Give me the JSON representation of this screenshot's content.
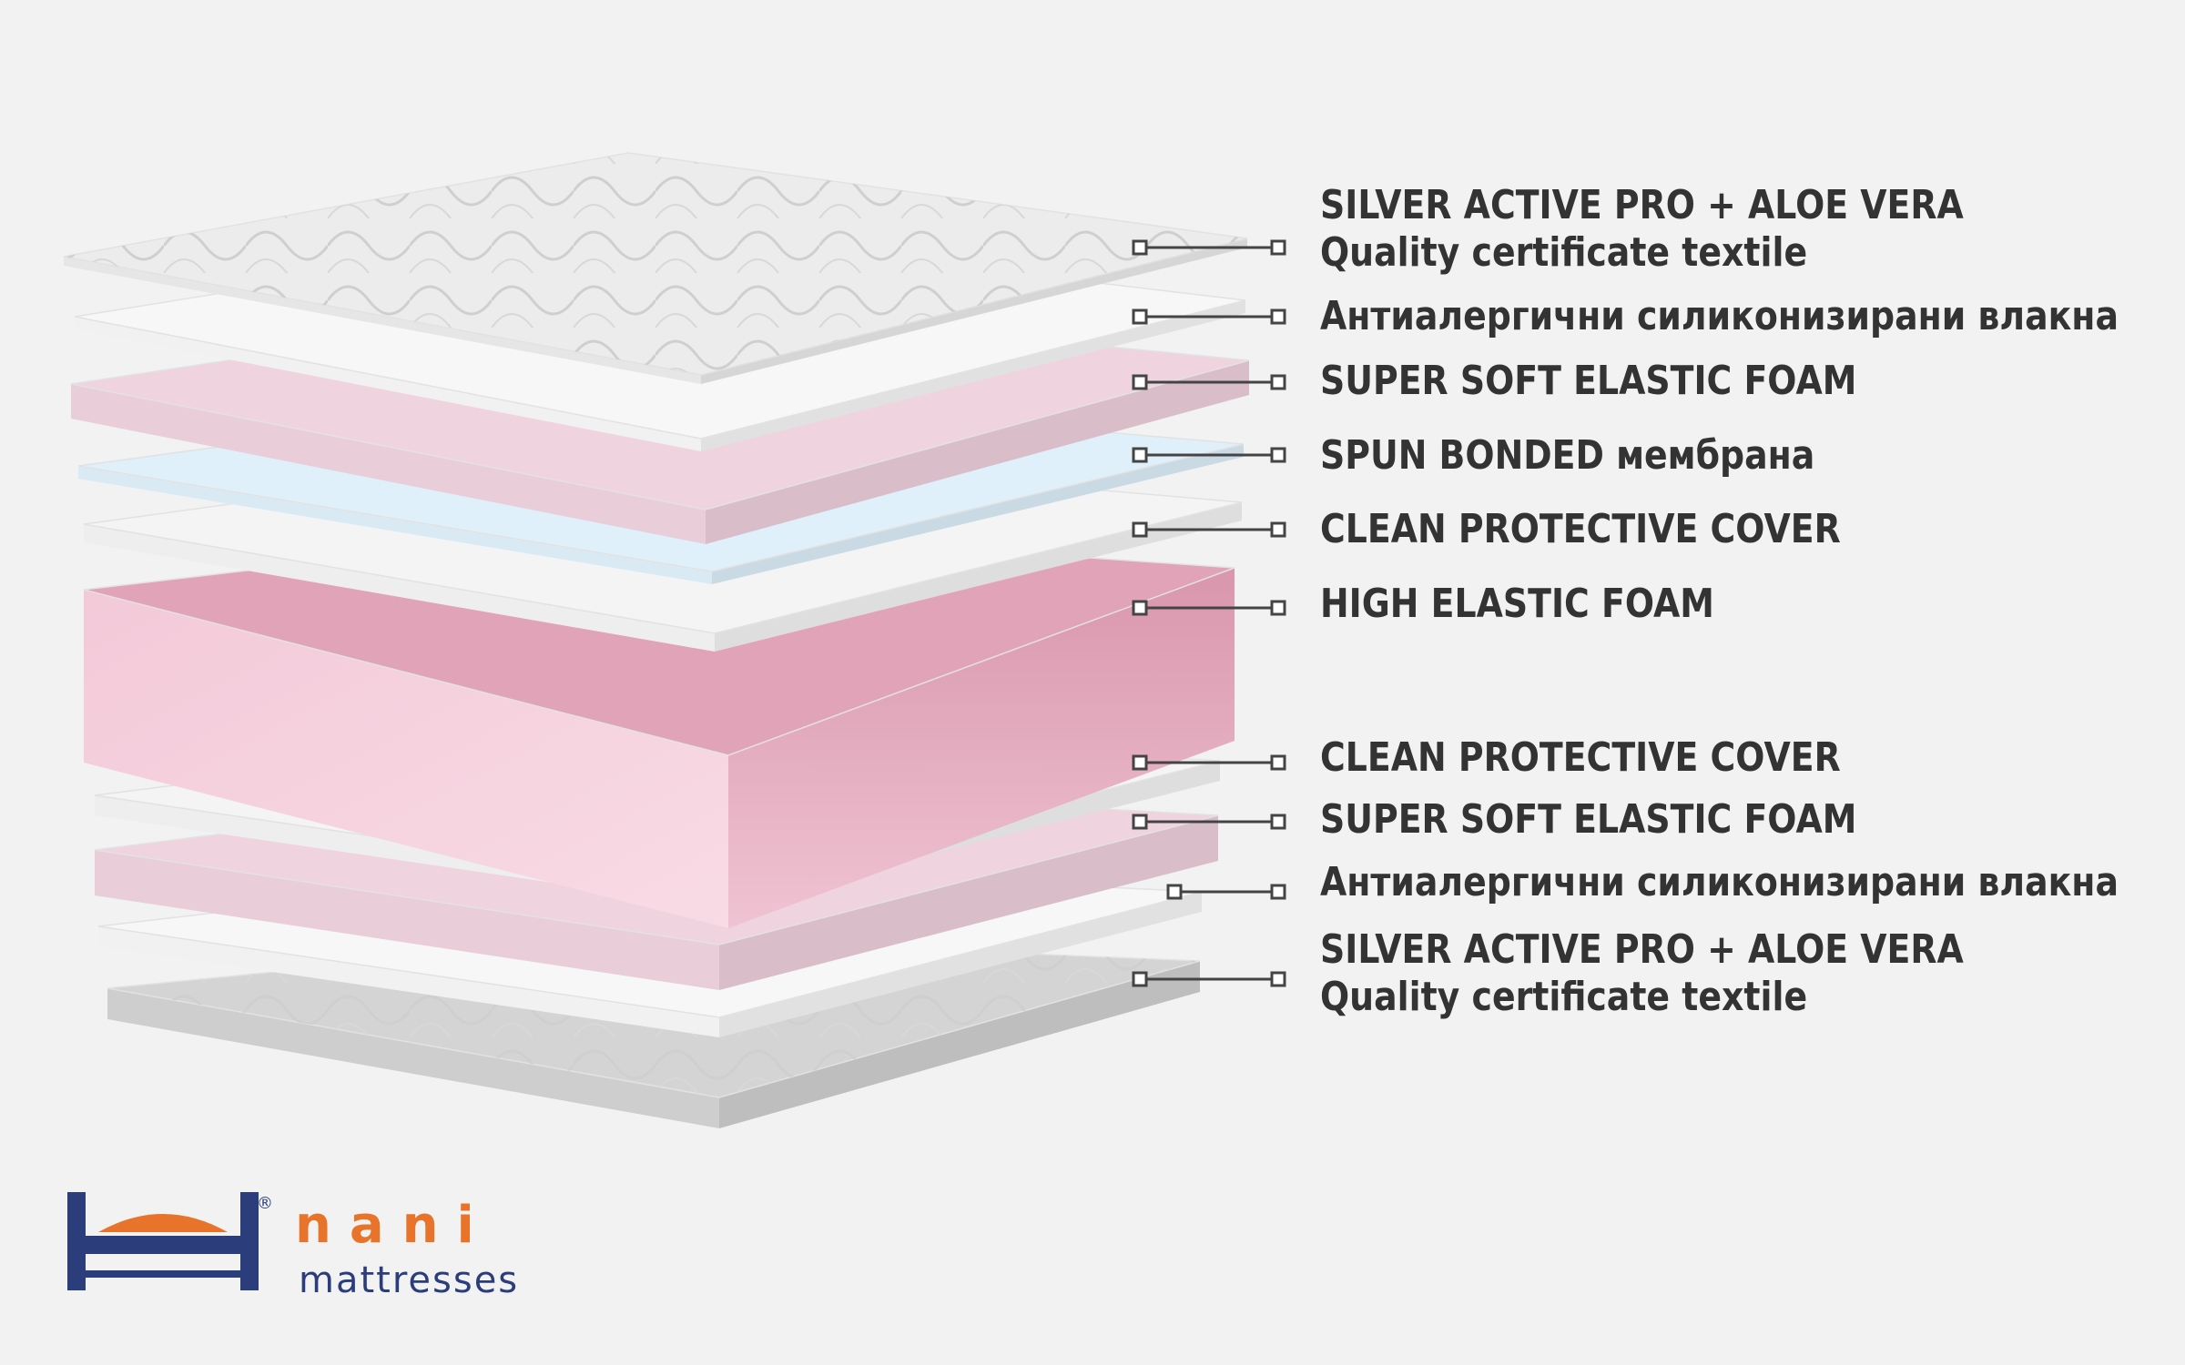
{
  "layers": [
    {
      "id": "top-textile",
      "label_line1": "SILVER ACTIVE PRO + ALOE VERA",
      "label_line2": "Quality certificate textile",
      "color": "#ececec"
    },
    {
      "id": "top-fibers",
      "label_line1": "Антиалергични силиконизирани влакна",
      "color": "#f7f7f7"
    },
    {
      "id": "top-soft-foam",
      "label_line1": "SUPER SOFT ELASTIC FOAM",
      "color": "#efd3de"
    },
    {
      "id": "spun-bonded",
      "label_line1": "SPUN BONDED мембрана",
      "color": "#dff0fb"
    },
    {
      "id": "top-protective-cover",
      "label_line1": "CLEAN PROTECTIVE COVER",
      "color": "#f4f4f4"
    },
    {
      "id": "high-elastic-foam",
      "label_line1": "HIGH ELASTIC FOAM",
      "color": "#e9a9bf"
    },
    {
      "id": "bottom-protective-cover",
      "label_line1": "CLEAN PROTECTIVE COVER",
      "color": "#f4f4f4"
    },
    {
      "id": "bottom-soft-foam",
      "label_line1": "SUPER SOFT ELASTIC FOAM",
      "color": "#efd3de"
    },
    {
      "id": "bottom-fibers",
      "label_line1": "Антиалергични силиконизирани влакна",
      "color": "#f7f7f7"
    },
    {
      "id": "bottom-textile",
      "label_line1": "SILVER ACTIVE PRO + ALOE VERA",
      "label_line2": "Quality certificate textile",
      "color": "#d4d4d4"
    }
  ],
  "brand": {
    "name": "nani",
    "subtitle": "mattresses",
    "registered_mark": "®",
    "logo_icon": "bed-frame-icon",
    "primary_color": "#2b3d7a",
    "accent_color": "#e8732a"
  },
  "colors": {
    "background": "#f2f2f2",
    "label_text": "#333333",
    "leader_line": "#444444"
  }
}
